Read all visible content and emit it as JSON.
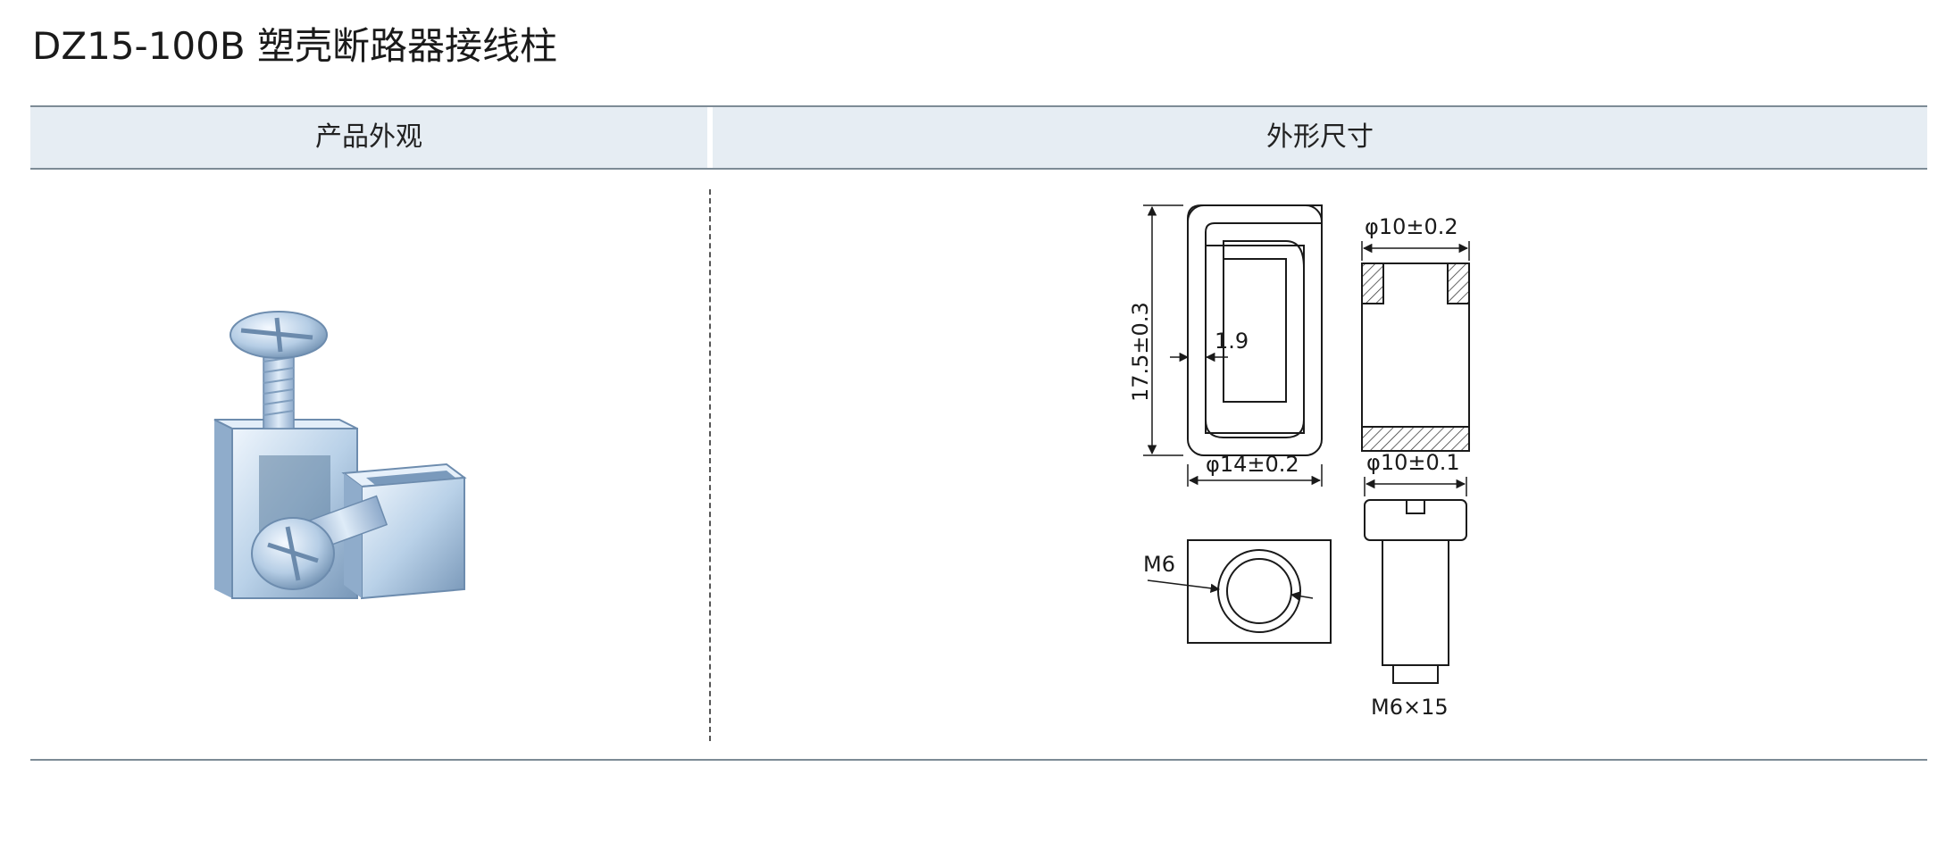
{
  "title": "DZ15-100B 塑壳断路器接线柱",
  "table": {
    "header_left": "产品外观",
    "header_right": "外形尺寸"
  },
  "photo": {
    "icon": "terminal-connector-photo"
  },
  "drawing": {
    "dim_height": "17.5±0.3",
    "dim_wall": "1.9",
    "dim_width": "φ14±0.2",
    "dim_top_width": "φ10±0.2",
    "dim_screw_head": "φ10±0.1",
    "thread_label": "M6",
    "screw_spec": "M6×15"
  },
  "colors": {
    "header_bg": "#e6edf3",
    "rule": "#7d8b96",
    "metal_light": "#dbe9f6",
    "metal_mid": "#a9c4de",
    "metal_dark": "#6f8fb0"
  }
}
